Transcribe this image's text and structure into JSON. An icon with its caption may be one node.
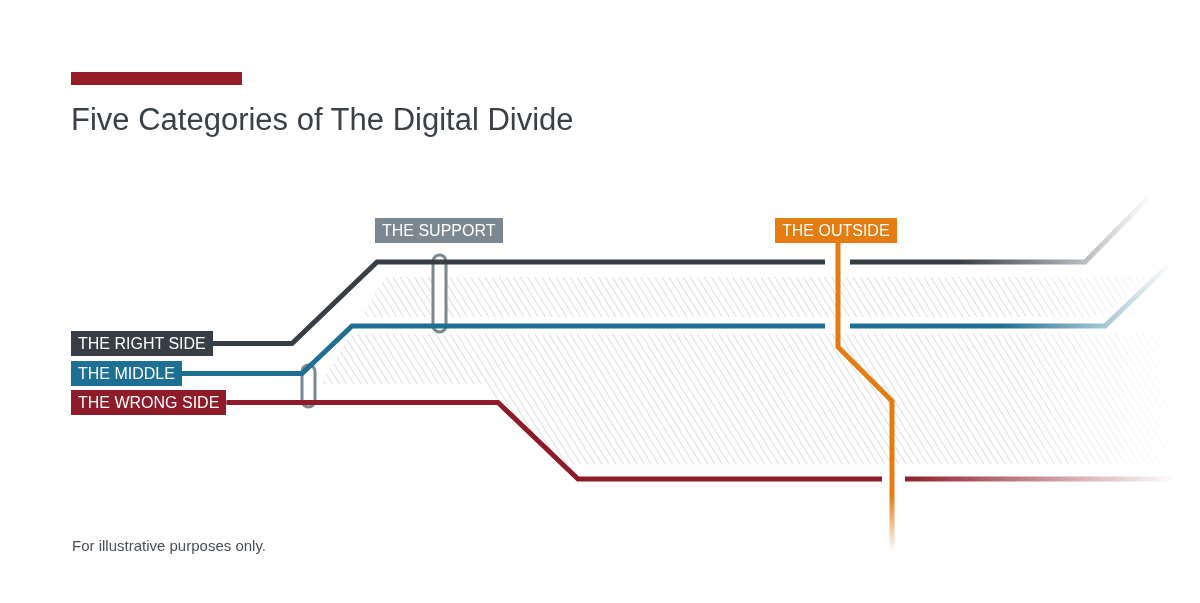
{
  "diagram": {
    "title": "Five Categories of The Digital Divide",
    "nodes": [
      {
        "text": [
          "THE SUPPORT"
        ]
      },
      {
        "text": [
          "THE OUTSIDE"
        ]
      },
      {
        "text": [
          "THE RIGHT SIDE"
        ]
      },
      {
        "text": [
          "THE MIDDLE"
        ]
      },
      {
        "text": [
          "THE WRONG SIDE"
        ]
      },
      {
        "text": [],
        "shape": "band"
      }
    ],
    "edges": [
      {
        "from": 2,
        "to": null,
        "arrow": "none",
        "color": "#373e45"
      },
      {
        "from": 3,
        "to": null,
        "arrow": "none",
        "color": "#1d6f93"
      },
      {
        "from": 4,
        "to": null,
        "arrow": "none",
        "color": "#8e1b28"
      },
      {
        "from": 1,
        "to": null,
        "arrow": "none",
        "color": "#e57c12"
      }
    ],
    "labels": [
      "For illustrative purposes only."
    ]
  }
}
